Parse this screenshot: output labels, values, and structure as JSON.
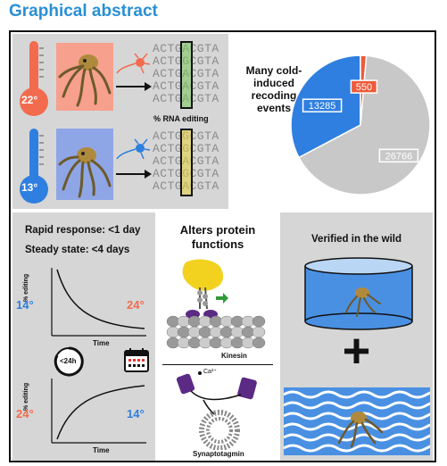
{
  "header": {
    "title": "Graphical abstract"
  },
  "temps": {
    "warm": "22°",
    "cold": "13°"
  },
  "rna": {
    "label": "% RNA editing",
    "rows_top": [
      "ACTGACGTA",
      "ACTGGCGTA",
      "ACTGACGTA",
      "ACTGACGTA",
      "ACTGACGTA"
    ],
    "rows_bottom": [
      "ACTGGCGTA",
      "ACTGGCGTA",
      "ACTGACGTA",
      "ACTGGCGTA",
      "ACTGACGTA"
    ]
  },
  "pie": {
    "caption": [
      "Many cold-",
      "induced",
      "recoding",
      "events"
    ],
    "slices": [
      {
        "label": "26766",
        "value": 26766,
        "color": "#c8c8c8"
      },
      {
        "label": "13285",
        "value": 13285,
        "color": "#2f7fe0"
      },
      {
        "label": "550",
        "value": 550,
        "color": "#ee5a3a"
      }
    ]
  },
  "kinetics": {
    "rapid": "Rapid response: <1 day",
    "steady": "Steady state: <4 days",
    "ylabel": "% editing",
    "xlabel": "Time",
    "top_left_temp": "14°",
    "top_right_temp": "24°",
    "bottom_left_temp": "24°",
    "bottom_right_temp": "14°",
    "clock_label": "<24h"
  },
  "protein": {
    "title_line1": "Alters protein",
    "title_line2": "functions",
    "kinesin": "Kinesin",
    "synaptotagmin": "Synaptotagmin",
    "calcium": "Ca²⁺"
  },
  "wild": {
    "title": "Verified in the wild",
    "plus": "+"
  },
  "colors": {
    "warm": "#f26b4f",
    "cold": "#2f7fe0",
    "accent": "#2a8fd4",
    "panel": "#d6d6d6"
  }
}
